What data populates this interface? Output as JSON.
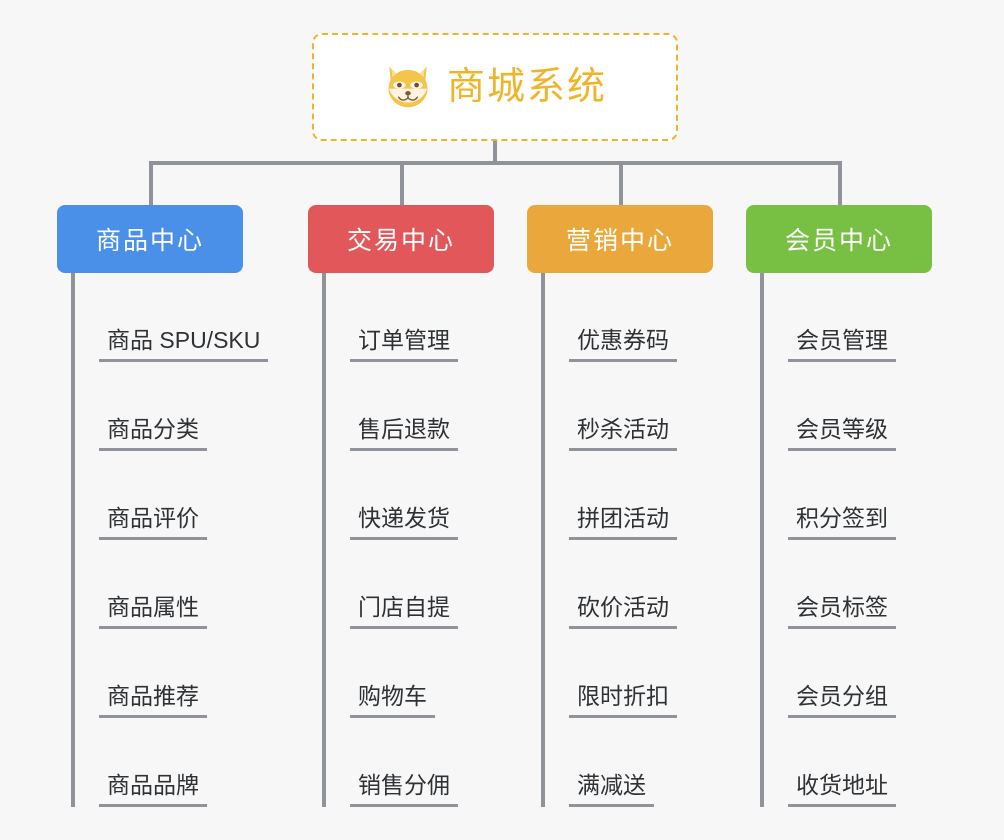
{
  "diagram": {
    "type": "org-chart",
    "background_color": "#f7f7f8",
    "connector_color": "#909399",
    "root": {
      "title": "商城系统",
      "icon": "shiba-dog-face-icon",
      "text_color": "#f0b429",
      "border_color": "#f0b429",
      "background_color": "#ffffff"
    },
    "categories": [
      {
        "label": "商品中心",
        "color": "#4a90e8",
        "text_color": "#ffffff",
        "items": [
          "商品 SPU/SKU",
          "商品分类",
          "商品评价",
          "商品属性",
          "商品推荐",
          "商品品牌"
        ]
      },
      {
        "label": "交易中心",
        "color": "#e2585a",
        "text_color": "#ffffff",
        "items": [
          "订单管理",
          "售后退款",
          "快递发货",
          "门店自提",
          "购物车",
          "销售分佣"
        ]
      },
      {
        "label": "营销中心",
        "color": "#eaa83c",
        "text_color": "#ffffff",
        "items": [
          "优惠券码",
          "秒杀活动",
          "拼团活动",
          "砍价活动",
          "限时折扣",
          "满减送"
        ]
      },
      {
        "label": "会员中心",
        "color": "#78c043",
        "text_color": "#ffffff",
        "items": [
          "会员管理",
          "会员等级",
          "积分签到",
          "会员标签",
          "会员分组",
          "收货地址"
        ]
      }
    ]
  }
}
